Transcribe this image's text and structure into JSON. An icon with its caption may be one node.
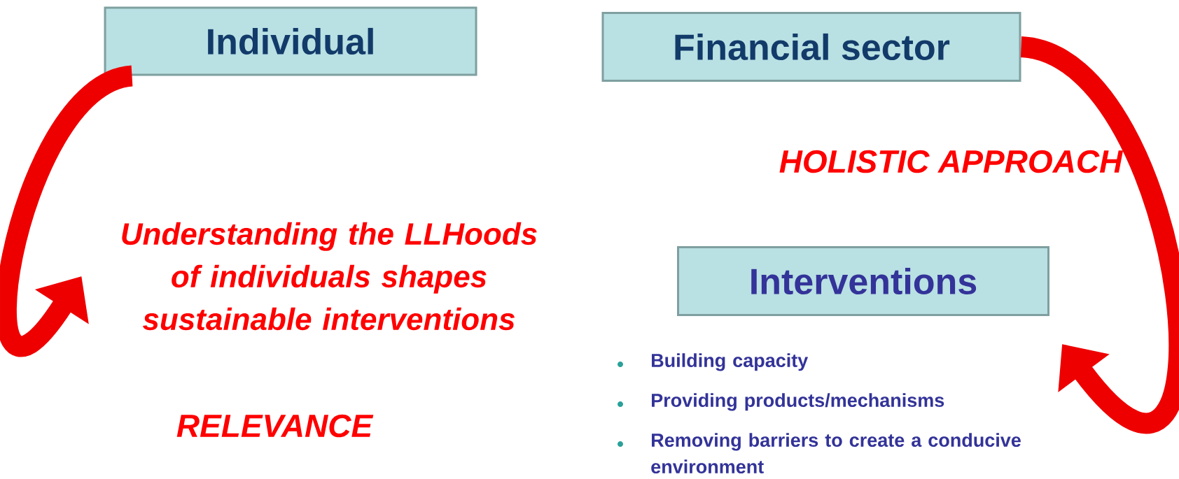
{
  "diagram": {
    "nodes": [
      {
        "text": [
          "Individual"
        ]
      },
      {
        "text": [
          "Understanding the LLHoods of individuals shapes sustainable interventions"
        ]
      },
      {
        "text": [
          "Financial sector"
        ]
      },
      {
        "text": [
          "Interventions"
        ]
      }
    ],
    "edges": [
      {
        "from": 0,
        "to": 1,
        "arrow": "to",
        "color": "#ee0000"
      },
      {
        "from": 2,
        "to": 3,
        "arrow": "to",
        "color": "#ee0000"
      }
    ],
    "labels": [
      "HOLISTIC APPROACH",
      "RELEVANCE",
      "Building capacity",
      "Providing products/mechanisms",
      "Removing barriers to create a conducive environment"
    ]
  }
}
